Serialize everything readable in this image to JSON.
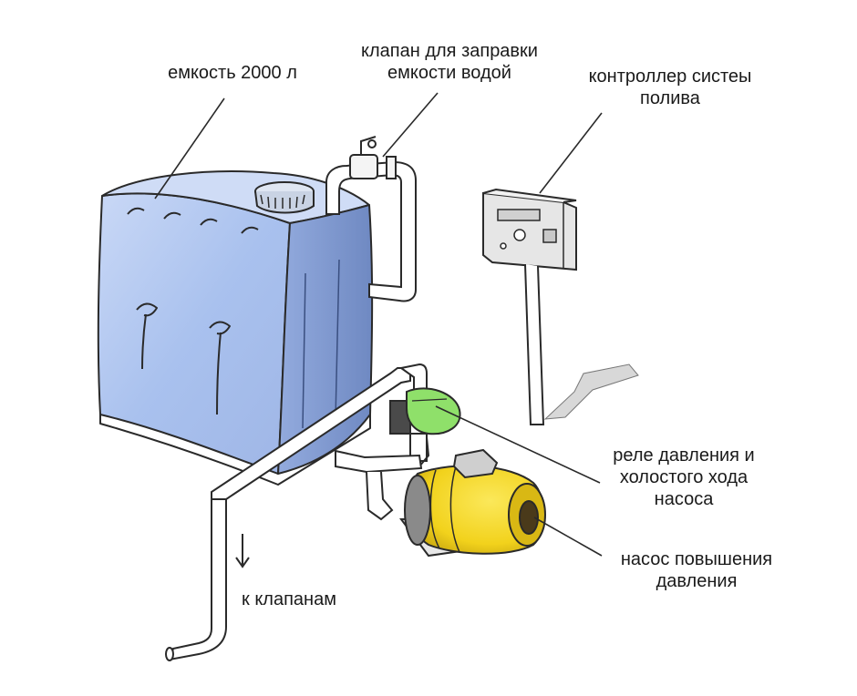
{
  "labels": {
    "tank": [
      "емкость 2000 л"
    ],
    "fill_valve": [
      "клапан для заправки",
      "емкости водой"
    ],
    "controller": [
      "контроллер систеы",
      "полива"
    ],
    "pressure_relay": [
      "реле давления и",
      "холостого хода",
      "насоса"
    ],
    "booster_pump": [
      "насос повышения",
      "давления"
    ],
    "to_valves": [
      "к клапанам"
    ]
  },
  "colors": {
    "ink": "#2a2a2a",
    "tank_fill": "#a9c1ee",
    "tank_side": "#7f98cc",
    "pump_yellow": "#f2d21c",
    "relay_green": "#8fe06a",
    "controller_box": "#e6e6e6",
    "pipe": "#ffffff"
  }
}
